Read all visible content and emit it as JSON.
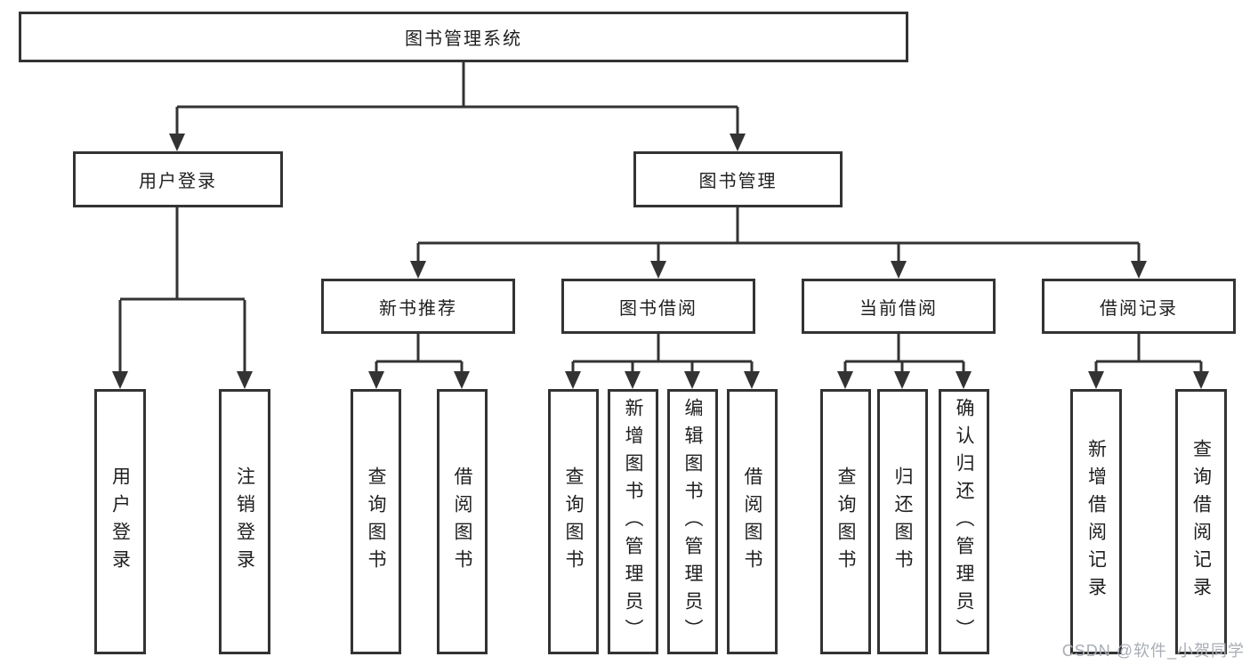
{
  "tree": {
    "root": {
      "label": "图书管理系统"
    },
    "branches": [
      {
        "label": "用户登录",
        "children": [
          {
            "label": "用户登录"
          },
          {
            "label": "注销登录"
          }
        ]
      },
      {
        "label": "图书管理",
        "children": [
          {
            "label": "新书推荐",
            "children": [
              {
                "label": "查询图书"
              },
              {
                "label": "借阅图书"
              }
            ]
          },
          {
            "label": "图书借阅",
            "children": [
              {
                "label": "查询图书"
              },
              {
                "label": "新增图书（管理员）"
              },
              {
                "label": "编辑图书（管理员）"
              },
              {
                "label": "借阅图书"
              }
            ]
          },
          {
            "label": "当前借阅",
            "children": [
              {
                "label": "查询图书"
              },
              {
                "label": "归还图书"
              },
              {
                "label": "确认归还（管理员）"
              }
            ]
          },
          {
            "label": "借阅记录",
            "children": [
              {
                "label": "新增借阅记录"
              },
              {
                "label": "查询借阅记录"
              }
            ]
          }
        ]
      }
    ]
  },
  "watermark": {
    "text": "CSDN @软件_小贺同学"
  },
  "colors": {
    "line": "#333333",
    "box_border": "#333333",
    "text": "#1f1f1f",
    "watermark": "#a9adb5",
    "background": "#ffffff"
  }
}
